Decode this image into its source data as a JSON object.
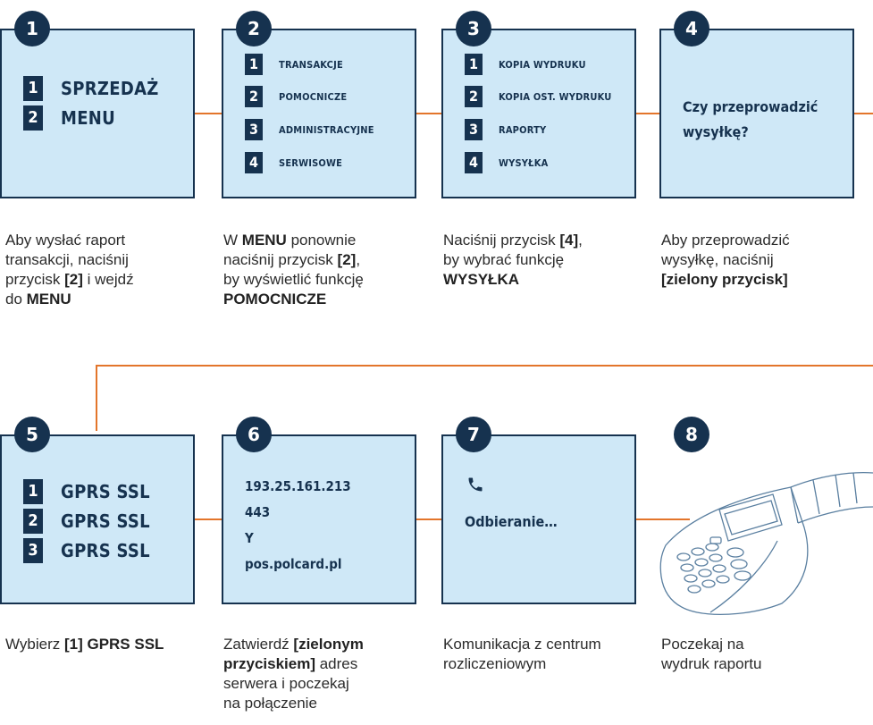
{
  "steps": [
    {
      "num": "1",
      "items": [
        {
          "n": "1",
          "label": "SPRZEDAŻ"
        },
        {
          "n": "2",
          "label": "MENU"
        }
      ],
      "desc": [
        "Aby wysłać raport",
        "transakcji, naciśnij",
        "przycisk ",
        "[2]",
        " i wejdź",
        "do ",
        "MENU"
      ]
    },
    {
      "num": "2",
      "items": [
        {
          "n": "1",
          "label": "TRANSAKCJE"
        },
        {
          "n": "2",
          "label": "POMOCNICZE"
        },
        {
          "n": "3",
          "label": "ADMINISTRACYJNE"
        },
        {
          "n": "4",
          "label": "SERWISOWE"
        }
      ],
      "desc": [
        "W ",
        "MENU",
        " ponownie",
        "naciśnij przycisk ",
        "[2]",
        ",",
        "by wyświetlić funkcję",
        "POMOCNICZE"
      ]
    },
    {
      "num": "3",
      "items": [
        {
          "n": "1",
          "label": "KOPIA WYDRUKU"
        },
        {
          "n": "2",
          "label": "KOPIA OST. WYDRUKU"
        },
        {
          "n": "3",
          "label": "RAPORTY"
        },
        {
          "n": "4",
          "label": "WYSYŁKA"
        }
      ],
      "desc": [
        "Naciśnij przycisk ",
        "[4]",
        ",",
        "by wybrać funkcję",
        "WYSYŁKA"
      ]
    },
    {
      "num": "4",
      "prompt": [
        "Czy przeprowadzić",
        "wysyłkę?"
      ],
      "desc": [
        "Aby przeprowadzić",
        "wysyłkę, naciśnij",
        "[zielony przycisk]"
      ]
    },
    {
      "num": "5",
      "items": [
        {
          "n": "1",
          "label": "GPRS SSL"
        },
        {
          "n": "2",
          "label": "GPRS SSL"
        },
        {
          "n": "3",
          "label": "GPRS SSL"
        }
      ],
      "desc": [
        "Wybierz ",
        "[1] GPRS SSL"
      ]
    },
    {
      "num": "6",
      "lines": [
        "193.25.161.213",
        "443",
        "Y",
        "pos.polcard.pl"
      ],
      "desc": [
        "Zatwierdź ",
        "[zielonym",
        "przyciskiem]",
        " adres",
        "serwera i poczekaj",
        "na połączenie"
      ]
    },
    {
      "num": "7",
      "status": "Odbieranie…",
      "desc": [
        "Komunikacja z centrum",
        "rozliczeniowym"
      ]
    },
    {
      "num": "8",
      "desc": [
        "Poczekaj na",
        "wydruk raportu"
      ]
    }
  ],
  "icons": {
    "phone": "phone-icon",
    "terminal": "payment-terminal-icon"
  },
  "colors": {
    "screen": "#cfe8f7",
    "navy": "#16324f",
    "wire": "#e3752b"
  }
}
